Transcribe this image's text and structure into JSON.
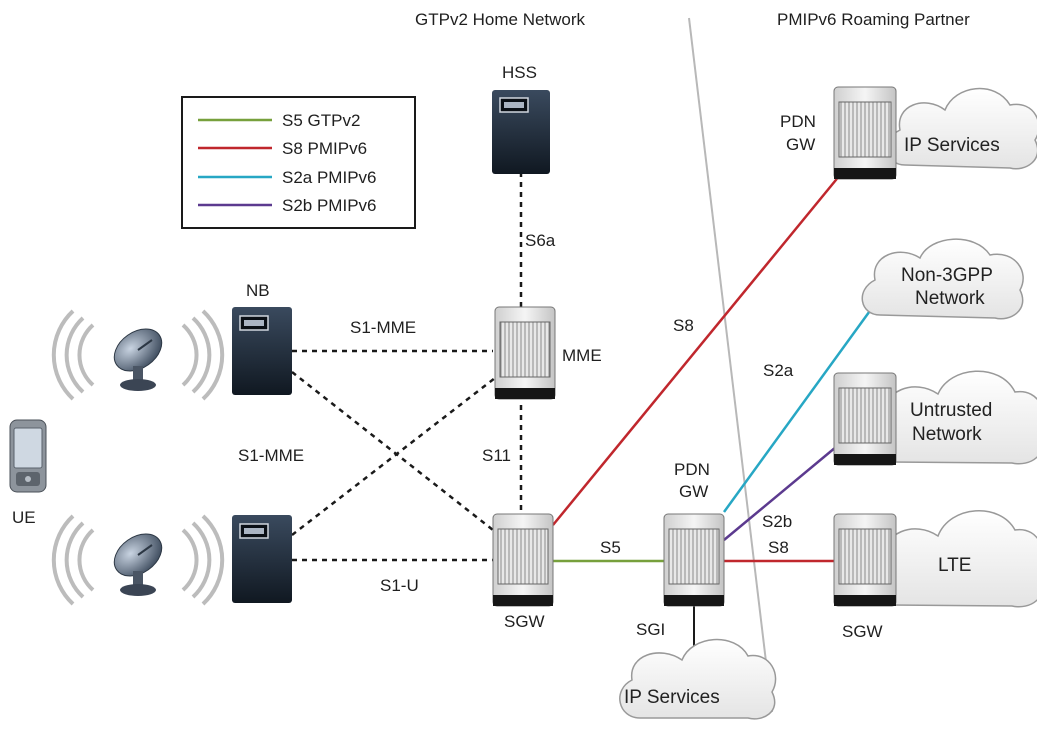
{
  "headers": {
    "home_network": "GTPv2 Home Network",
    "roaming_partner": "PMIPv6 Roaming Partner"
  },
  "legend": [
    {
      "label": "S5 GTPv2",
      "color": "#77a03c"
    },
    {
      "label": "S8 PMIPv6",
      "color": "#c0272d"
    },
    {
      "label": "S2a PMIPv6",
      "color": "#27a7c4"
    },
    {
      "label": "S2b PMIPv6",
      "color": "#5c3a8f"
    }
  ],
  "nodes": {
    "hss": "HSS",
    "enb": "NB",
    "mme": "MME",
    "sgw_home": "SGW",
    "pdn_gw_home_line1": "PDN",
    "pdn_gw_home_line2": "GW",
    "pdn_gw_roam_line1": "PDN",
    "pdn_gw_roam_line2": "GW",
    "sgw_roam": "SGW",
    "ue": "UE"
  },
  "interfaces": {
    "s6a": "S6a",
    "s1_mme_top": "S1-MME",
    "s1_mme_mid": "S1-MME",
    "s1_u": "S1-U",
    "s11": "S11",
    "s5": "S5",
    "s8_top": "S8",
    "s8_bottom": "S8",
    "s2a": "S2a",
    "s2b": "S2b",
    "sgi": "SGI"
  },
  "clouds": {
    "ip_services_top": "IP Services",
    "non3gpp_line1": "Non-3GPP",
    "non3gpp_line2": "Network",
    "untrusted_line1": "Untrusted",
    "untrusted_line2": "Network",
    "lte": "LTE",
    "ip_services_bottom": "IP Services"
  },
  "colors": {
    "s5": "#77a03c",
    "s8": "#c0272d",
    "s2a": "#27a7c4",
    "s2b": "#5c3a8f",
    "dashed": "#1a1a1a",
    "divider": "#b8b8b8"
  }
}
